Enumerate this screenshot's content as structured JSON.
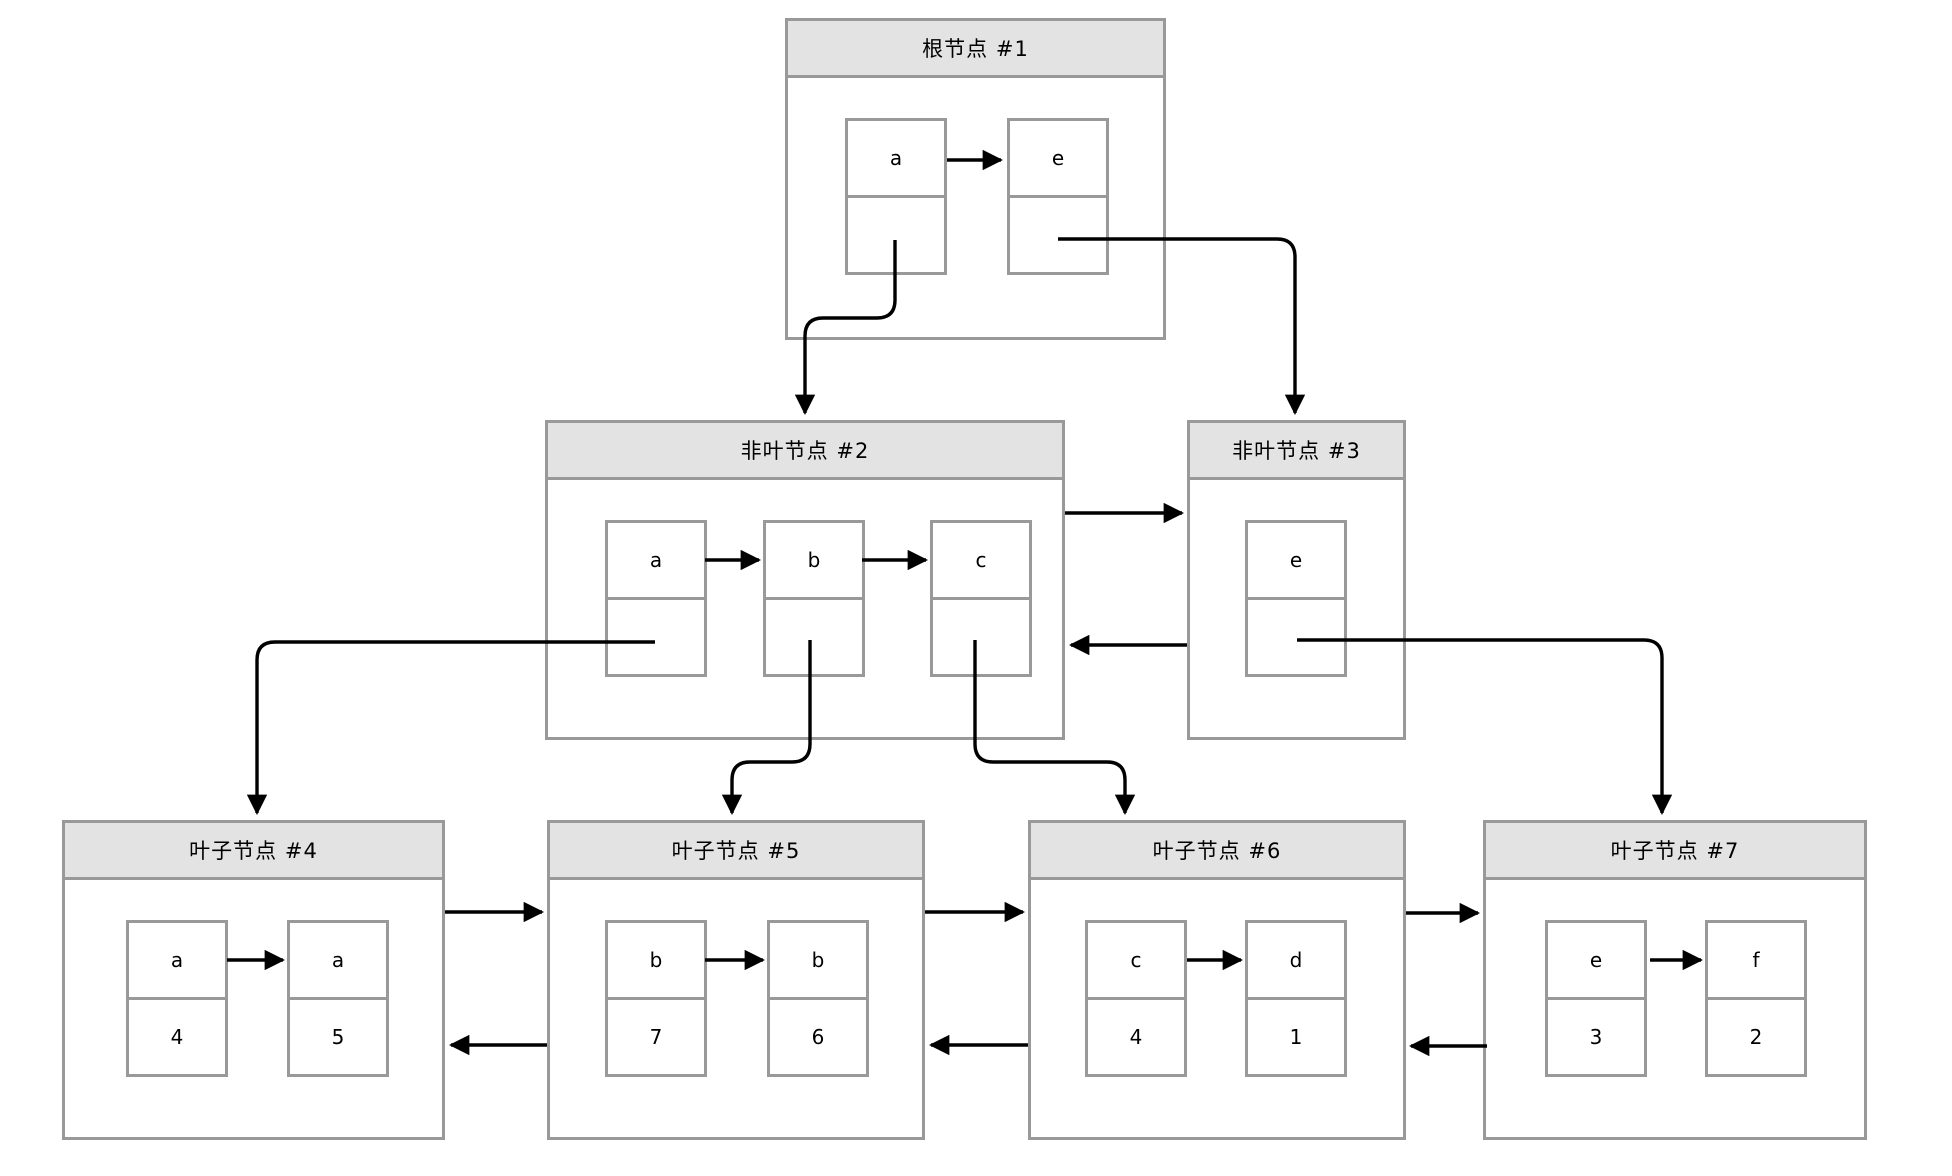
{
  "colors": {
    "canvas-bg": "#ffffff",
    "node-border": "#999999",
    "cell-border": "#999999",
    "header-bg": "#e3e3e3",
    "edge": "#000000",
    "text": "#000000"
  },
  "nodes": {
    "n1": {
      "title": "根节点 #1",
      "cells": [
        {
          "key": "a"
        },
        {
          "key": "e"
        }
      ]
    },
    "n2": {
      "title": "非叶节点 #2",
      "cells": [
        {
          "key": "a"
        },
        {
          "key": "b"
        },
        {
          "key": "c"
        }
      ]
    },
    "n3": {
      "title": "非叶节点 #3",
      "cells": [
        {
          "key": "e"
        }
      ]
    },
    "n4": {
      "title": "叶子节点 #4",
      "cells": [
        {
          "key": "a",
          "value": "4"
        },
        {
          "key": "a",
          "value": "5"
        }
      ]
    },
    "n5": {
      "title": "叶子节点 #5",
      "cells": [
        {
          "key": "b",
          "value": "7"
        },
        {
          "key": "b",
          "value": "6"
        }
      ]
    },
    "n6": {
      "title": "叶子节点 #6",
      "cells": [
        {
          "key": "c",
          "value": "4"
        },
        {
          "key": "d",
          "value": "1"
        }
      ]
    },
    "n7": {
      "title": "叶子节点 #7",
      "cells": [
        {
          "key": "e",
          "value": "3"
        },
        {
          "key": "f",
          "value": "2"
        }
      ]
    }
  }
}
